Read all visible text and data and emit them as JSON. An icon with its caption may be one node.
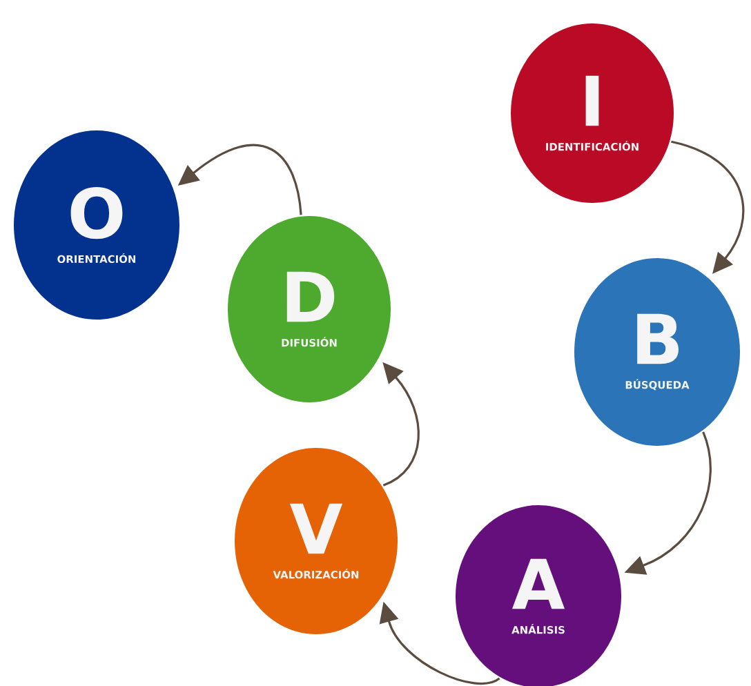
{
  "diagram": {
    "nodes": [
      {
        "text": [
          "I",
          "IDENTIFICACIÓN"
        ]
      },
      {
        "text": [
          "B",
          "BÚSQUEDA"
        ]
      },
      {
        "text": [
          "A",
          "ANÁLISIS"
        ]
      },
      {
        "text": [
          "V",
          "VALORIZACIÓN"
        ]
      },
      {
        "text": [
          "D",
          "DIFUSIÓN"
        ]
      },
      {
        "text": [
          "O",
          "ORIENTACIÓN"
        ]
      }
    ],
    "edges": [
      {
        "from": 0,
        "to": 1,
        "arrow": "to"
      },
      {
        "from": 1,
        "to": 2,
        "arrow": "to"
      },
      {
        "from": 2,
        "to": 3,
        "arrow": "to"
      },
      {
        "from": 3,
        "to": 4,
        "arrow": "to"
      },
      {
        "from": 4,
        "to": 5,
        "arrow": "to"
      }
    ]
  }
}
